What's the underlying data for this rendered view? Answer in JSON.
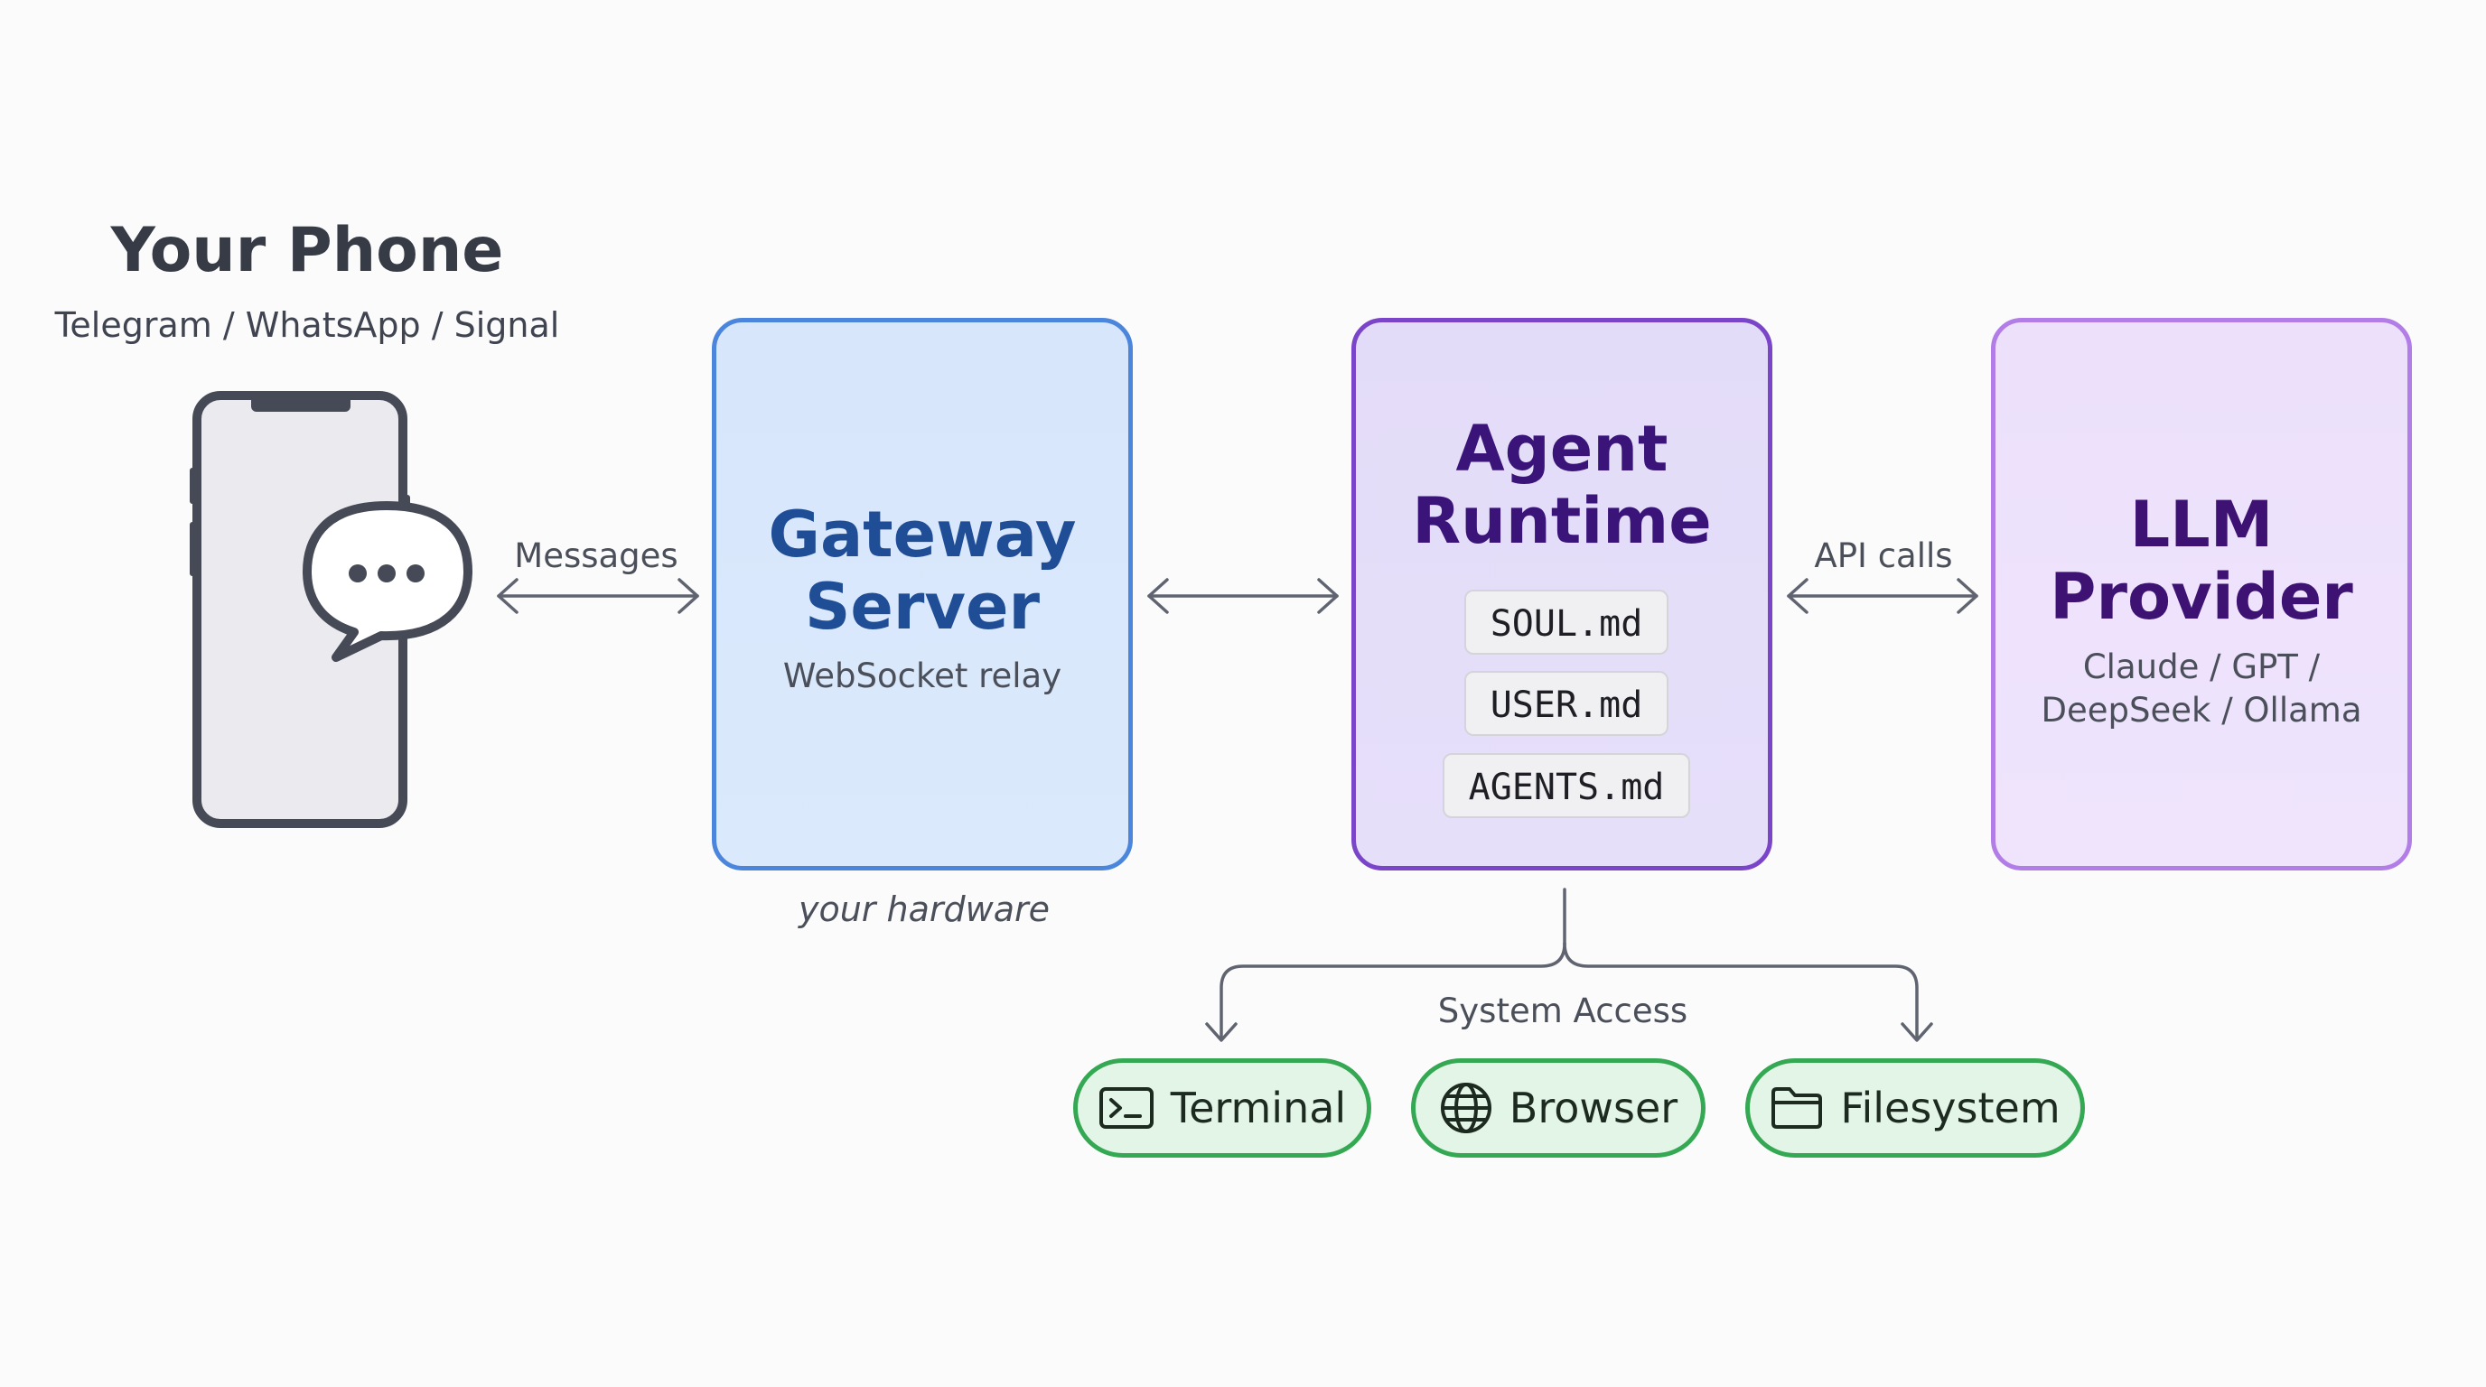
{
  "phone": {
    "title": "Your Phone",
    "subtitle": "Telegram / WhatsApp / Signal",
    "icon": "smartphone-icon",
    "bubble_icon": "chat-bubble-icon"
  },
  "links": {
    "messages": "Messages",
    "api_calls": "API calls",
    "system_access": "System Access"
  },
  "gateway": {
    "title_line1": "Gateway",
    "title_line2": "Server",
    "subtitle": "WebSocket relay",
    "caption": "your hardware"
  },
  "agent": {
    "title_line1": "Agent",
    "title_line2": "Runtime",
    "files": [
      "SOUL.md",
      "USER.md",
      "AGENTS.md"
    ]
  },
  "llm": {
    "title_line1": "LLM",
    "title_line2": "Provider",
    "subtitle_line1": "Claude / GPT /",
    "subtitle_line2": "DeepSeek / Ollama"
  },
  "tools": [
    {
      "label": "Terminal",
      "icon": "terminal-icon"
    },
    {
      "label": "Browser",
      "icon": "globe-icon"
    },
    {
      "label": "Filesystem",
      "icon": "folder-icon"
    }
  ],
  "colors": {
    "gateway_border": "#4b86dc",
    "agent_border": "#7b45c9",
    "llm_border": "#b27de6",
    "tool_border": "#35a853",
    "arrow": "#5f6470"
  }
}
